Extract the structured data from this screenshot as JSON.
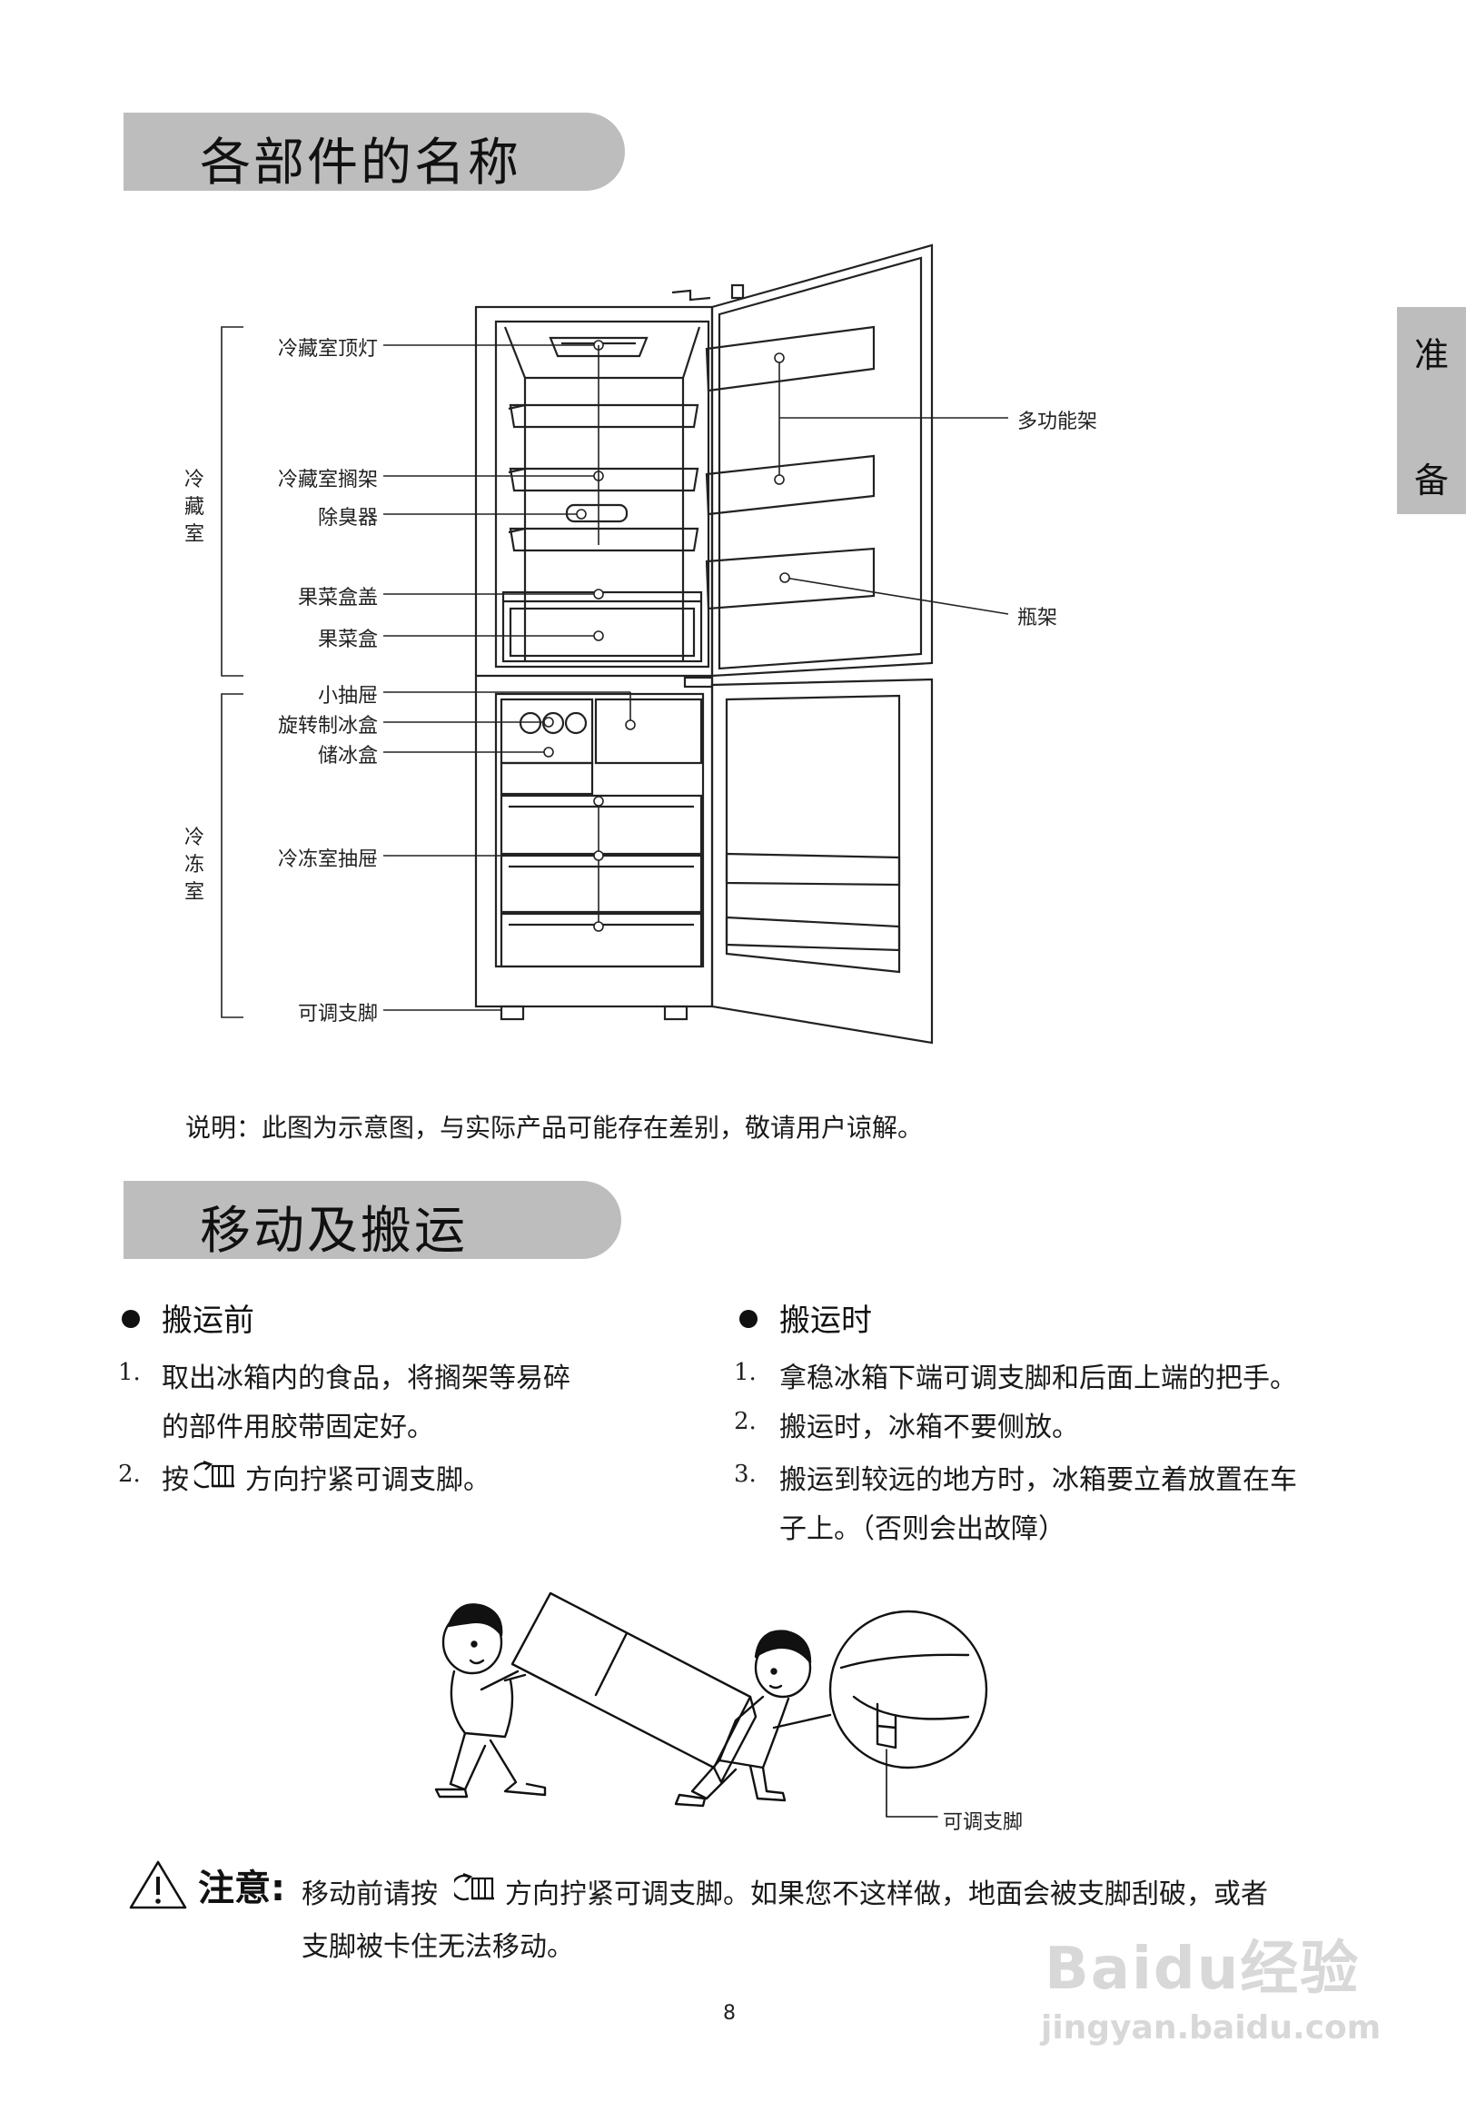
{
  "sections": {
    "parts_title": "各部件的名称",
    "moving_title": "移动及搬运"
  },
  "side_tab": {
    "char1": "准",
    "char2": "备"
  },
  "diagram": {
    "left_labels": {
      "fridge_group": "冷藏室",
      "freezer_group": "冷冻室",
      "top_light": "冷藏室顶灯",
      "shelf": "冷藏室搁架",
      "deodorizer": "除臭器",
      "crisper_cover": "果菜盒盖",
      "crisper": "果菜盒",
      "small_drawer": "小抽屉",
      "ice_maker": "旋转制冰盒",
      "ice_box": "储冰盒",
      "freezer_drawer": "冷冻室抽屉",
      "adjustable_feet": "可调支脚"
    },
    "right_labels": {
      "multi_shelf": "多功能架",
      "bottle_rack": "瓶架"
    }
  },
  "note_line": "说明：此图为示意图，与实际产品可能存在差别，敬请用户谅解。",
  "before_moving": {
    "heading": "搬运前",
    "items": [
      {
        "num": "1.",
        "line1": "取出冰箱内的食品，将搁架等易碎",
        "line2": "的部件用胶带固定好。"
      },
      {
        "num": "2.",
        "prefix": "按",
        "suffix": "方向拧紧可调支脚。"
      }
    ]
  },
  "during_moving": {
    "heading": "搬运时",
    "items": [
      {
        "num": "1.",
        "line1": "拿稳冰箱下端可调支脚和后面上端的把手。"
      },
      {
        "num": "2.",
        "line1": "搬运时，冰箱不要侧放。"
      },
      {
        "num": "3.",
        "line1": "搬运到较远的地方时，冰箱要立着放置在车",
        "line2": "子上。（否则会出故障）"
      }
    ]
  },
  "illustration_label": "可调支脚",
  "caution": {
    "heading": "注意:",
    "line1_prefix": "移动前请按",
    "line1_suffix": "方向拧紧可调支脚。如果您不这样做，地面会被支脚刮破，或者",
    "line2": "支脚被卡住无法移动。"
  },
  "page_number": "8",
  "watermark": {
    "brand": "Baidu经验",
    "url": "jingyan.baidu.com"
  }
}
